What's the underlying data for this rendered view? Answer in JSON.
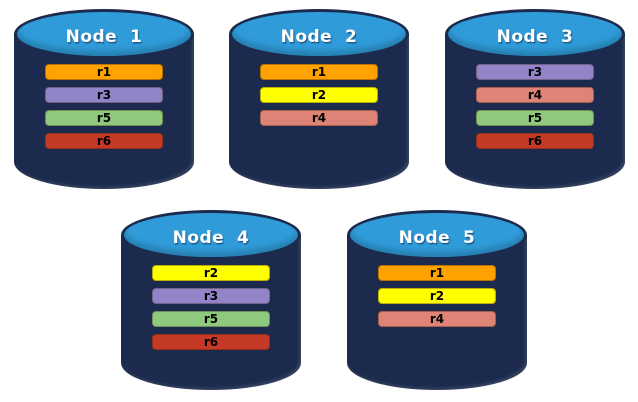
{
  "diagram": {
    "description": "Five database node cylinders holding replica bars",
    "background_color": "#ffffff"
  },
  "cylinder": {
    "body_color": "#1C2B4D",
    "top_color": "#2F9CD9"
  },
  "palette": {
    "r1": "#FFA200",
    "r2": "#FFFF00",
    "r3": "#9184C8",
    "r4": "#DE8476",
    "r5": "#8FC97E",
    "r6": "#C43A26"
  },
  "nodes": [
    {
      "label": "Node  1",
      "bars": [
        "r1",
        "r3",
        "r5",
        "r6"
      ]
    },
    {
      "label": "Node  2",
      "bars": [
        "r1",
        "r2",
        "r4"
      ]
    },
    {
      "label": "Node  3",
      "bars": [
        "r3",
        "r4",
        "r5",
        "r6"
      ]
    },
    {
      "label": "Node  4",
      "bars": [
        "r2",
        "r3",
        "r5",
        "r6"
      ]
    },
    {
      "label": "Node  5",
      "bars": [
        "r1",
        "r2",
        "r4"
      ]
    }
  ]
}
